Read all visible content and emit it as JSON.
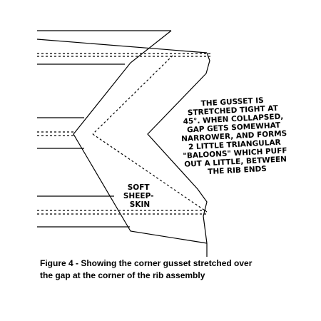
{
  "annotations": {
    "gusset_note": [
      "THE GUSSET IS",
      "STRETCHED TIGHT AT",
      "45°. WHEN COLLAPSED,",
      "GAP GETS SOMEWHAT",
      "NARROWER, AND FORMS",
      "2 LITTLE TRIANGULAR",
      "\"BALOONS\" WHICH PUFF",
      "OUT A LITTLE, BETWEEN",
      "THE RIB ENDS"
    ],
    "material_label": [
      "SOFT",
      "SHEEP-",
      "SKIN"
    ]
  },
  "caption": {
    "line1": "Figure 4 - Showing the corner gusset stretched over",
    "line2": "the gap at the corner of the rib assembly"
  }
}
